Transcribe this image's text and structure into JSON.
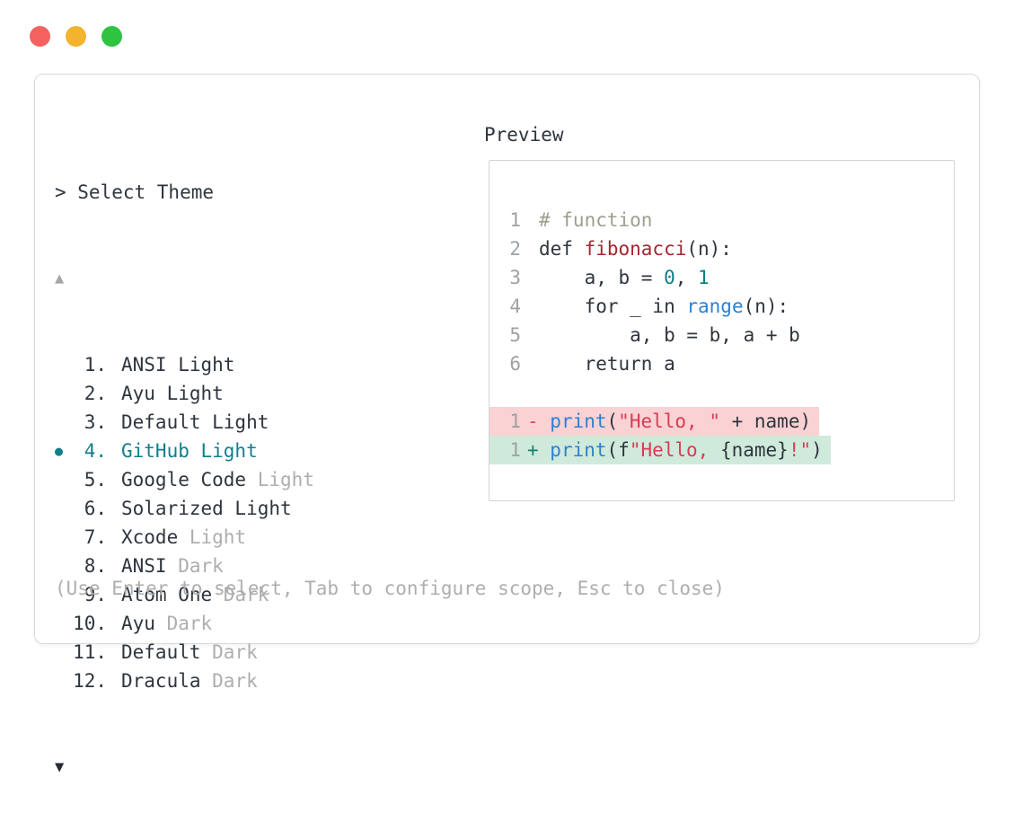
{
  "window_controls": {
    "close": "close-button",
    "minimize": "minimize-button",
    "zoom": "zoom-button"
  },
  "selector": {
    "prompt": "> Select Theme",
    "up_indicator": "▲",
    "down_indicator": "▼",
    "selected_marker": "●",
    "items": [
      {
        "num": "1.",
        "main": "ANSI Light",
        "dim": "",
        "selected": false
      },
      {
        "num": "2.",
        "main": "Ayu Light",
        "dim": "",
        "selected": false
      },
      {
        "num": "3.",
        "main": "Default Light",
        "dim": "",
        "selected": false
      },
      {
        "num": "4.",
        "main": "GitHub Light",
        "dim": "",
        "selected": true
      },
      {
        "num": "5.",
        "main": "Google Code ",
        "dim": "Light",
        "selected": false
      },
      {
        "num": "6.",
        "main": "Solarized Light",
        "dim": "",
        "selected": false
      },
      {
        "num": "7.",
        "main": "Xcode ",
        "dim": "Light",
        "selected": false
      },
      {
        "num": "8.",
        "main": "ANSI ",
        "dim": "Dark",
        "selected": false
      },
      {
        "num": "9.",
        "main": "Atom One ",
        "dim": "Dark",
        "selected": false
      },
      {
        "num": "10.",
        "main": "Ayu ",
        "dim": "Dark",
        "selected": false
      },
      {
        "num": "11.",
        "main": "Default ",
        "dim": "Dark",
        "selected": false
      },
      {
        "num": "12.",
        "main": "Dracula ",
        "dim": "Dark",
        "selected": false
      }
    ],
    "footer": "(Use Enter to select, Tab to configure scope, Esc to close)"
  },
  "preview": {
    "title": "Preview",
    "code_lines": [
      {
        "num": "1",
        "bg": "",
        "tokens": [
          [
            "cm",
            "# function"
          ]
        ]
      },
      {
        "num": "2",
        "bg": "",
        "tokens": [
          [
            "t",
            "def "
          ],
          [
            "fn",
            "fibonacci"
          ],
          [
            "t",
            "(n):"
          ]
        ]
      },
      {
        "num": "3",
        "bg": "",
        "tokens": [
          [
            "t",
            "    a, b = "
          ],
          [
            "num",
            "0"
          ],
          [
            "t",
            ", "
          ],
          [
            "num",
            "1"
          ]
        ]
      },
      {
        "num": "4",
        "bg": "",
        "tokens": [
          [
            "t",
            "    for _ in "
          ],
          [
            "call",
            "range"
          ],
          [
            "t",
            "(n):"
          ]
        ]
      },
      {
        "num": "5",
        "bg": "",
        "tokens": [
          [
            "t",
            "        a, b = b, a + b"
          ]
        ]
      },
      {
        "num": "6",
        "bg": "",
        "tokens": [
          [
            "t",
            "    return a"
          ]
        ]
      },
      {
        "num": "",
        "bg": "",
        "tokens": []
      },
      {
        "num": "1",
        "bg": "removed",
        "tokens": [
          [
            "minus",
            "- "
          ],
          [
            "call",
            "print"
          ],
          [
            "t",
            "("
          ],
          [
            "str",
            "\"Hello, \""
          ],
          [
            "t",
            " + name)"
          ]
        ]
      },
      {
        "num": "1",
        "bg": "added",
        "tokens": [
          [
            "plus",
            "+ "
          ],
          [
            "call",
            "print"
          ],
          [
            "t",
            "(f"
          ],
          [
            "str",
            "\"Hello, "
          ],
          [
            "t",
            "{name}"
          ],
          [
            "str",
            "!\""
          ],
          [
            "t",
            ")"
          ]
        ]
      }
    ]
  },
  "colors": {
    "accent_teal": "#127e8a",
    "text_dark": "#2f353e",
    "text_dim": "#aeaeae",
    "line_number": "#9da1a5",
    "comment": "#9aa08d",
    "function_red": "#a5262e",
    "number_teal": "#0e7d88",
    "call_blue": "#2e80cf",
    "string_red": "#d93b55",
    "diff_plus": "#177d6e",
    "diff_minus": "#da4360",
    "removed_bg": "#fad2d4",
    "added_bg": "#cfeadb",
    "traffic_red": "#f4615e",
    "traffic_yellow": "#f3b32f",
    "traffic_green": "#2ec441",
    "border": "#d9d9d9",
    "preview_border": "#d4d4d4",
    "up_arrow": "#a6a6a6",
    "down_arrow": "#272c33"
  }
}
